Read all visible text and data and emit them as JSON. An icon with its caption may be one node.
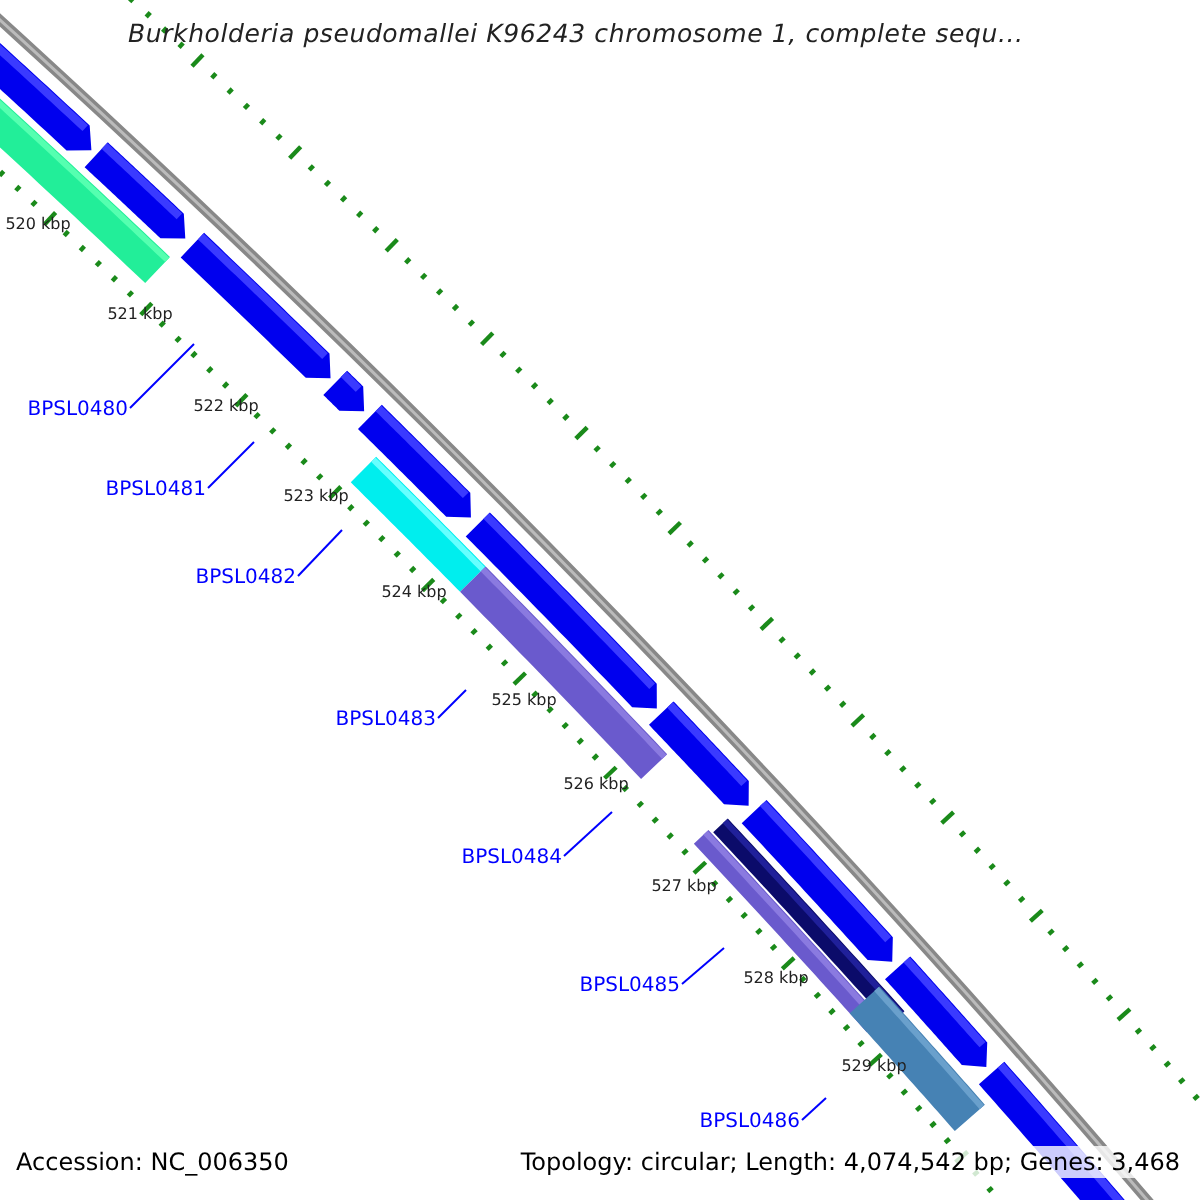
{
  "diagram": {
    "title": "Burkholderia pseudomallei K96243 chromosome 1, complete sequ...",
    "nodes": [
      {
        "text": [
          "BPSL0480"
        ]
      },
      {
        "text": [
          "BPSL0481"
        ]
      },
      {
        "text": [
          "BPSL0482"
        ]
      },
      {
        "text": [
          "BPSL0483"
        ]
      },
      {
        "text": [
          "BPSL0484"
        ]
      },
      {
        "text": [
          "BPSL0485"
        ]
      },
      {
        "text": [
          "BPSL0486"
        ]
      }
    ],
    "edges": [
      {
        "from": 0,
        "to": null,
        "arrow": "none"
      },
      {
        "from": 1,
        "to": null,
        "arrow": "none"
      },
      {
        "from": 2,
        "to": null,
        "arrow": "none"
      },
      {
        "from": 3,
        "to": null,
        "arrow": "none"
      },
      {
        "from": 4,
        "to": null,
        "arrow": "none"
      },
      {
        "from": 5,
        "to": null,
        "arrow": "none"
      },
      {
        "from": 6,
        "to": null,
        "arrow": "none"
      }
    ],
    "labels": [
      "520 kbp",
      "521 kbp",
      "522 kbp",
      "523 kbp",
      "524 kbp",
      "525 kbp",
      "526 kbp",
      "527 kbp",
      "528 kbp",
      "529 kbp",
      "Accession: NC_006350",
      "Topology: circular; Length: 4,074,542 bp; Genes: 3,468"
    ]
  }
}
